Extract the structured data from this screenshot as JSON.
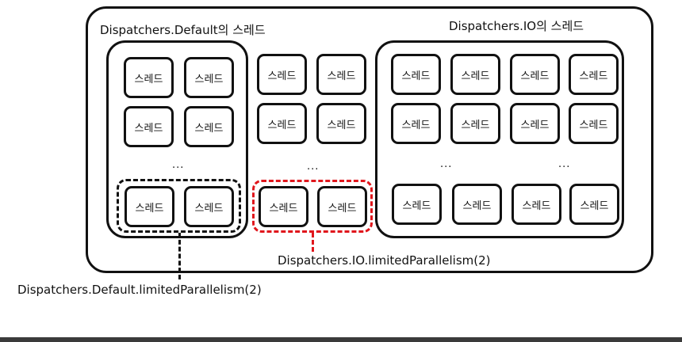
{
  "labels": {
    "default_threads": "Dispatchers.Default의 스레드",
    "io_threads": "Dispatchers.IO의 스레드",
    "io_limited": "Dispatchers.IO.limitedParallelism(2)",
    "default_limited": "Dispatchers.Default.limitedParallelism(2)"
  },
  "thread_label": "스레드",
  "ellipsis": "...",
  "colors": {
    "stroke": "#111111",
    "highlight": "#e0161c",
    "background": "#ffffff"
  }
}
